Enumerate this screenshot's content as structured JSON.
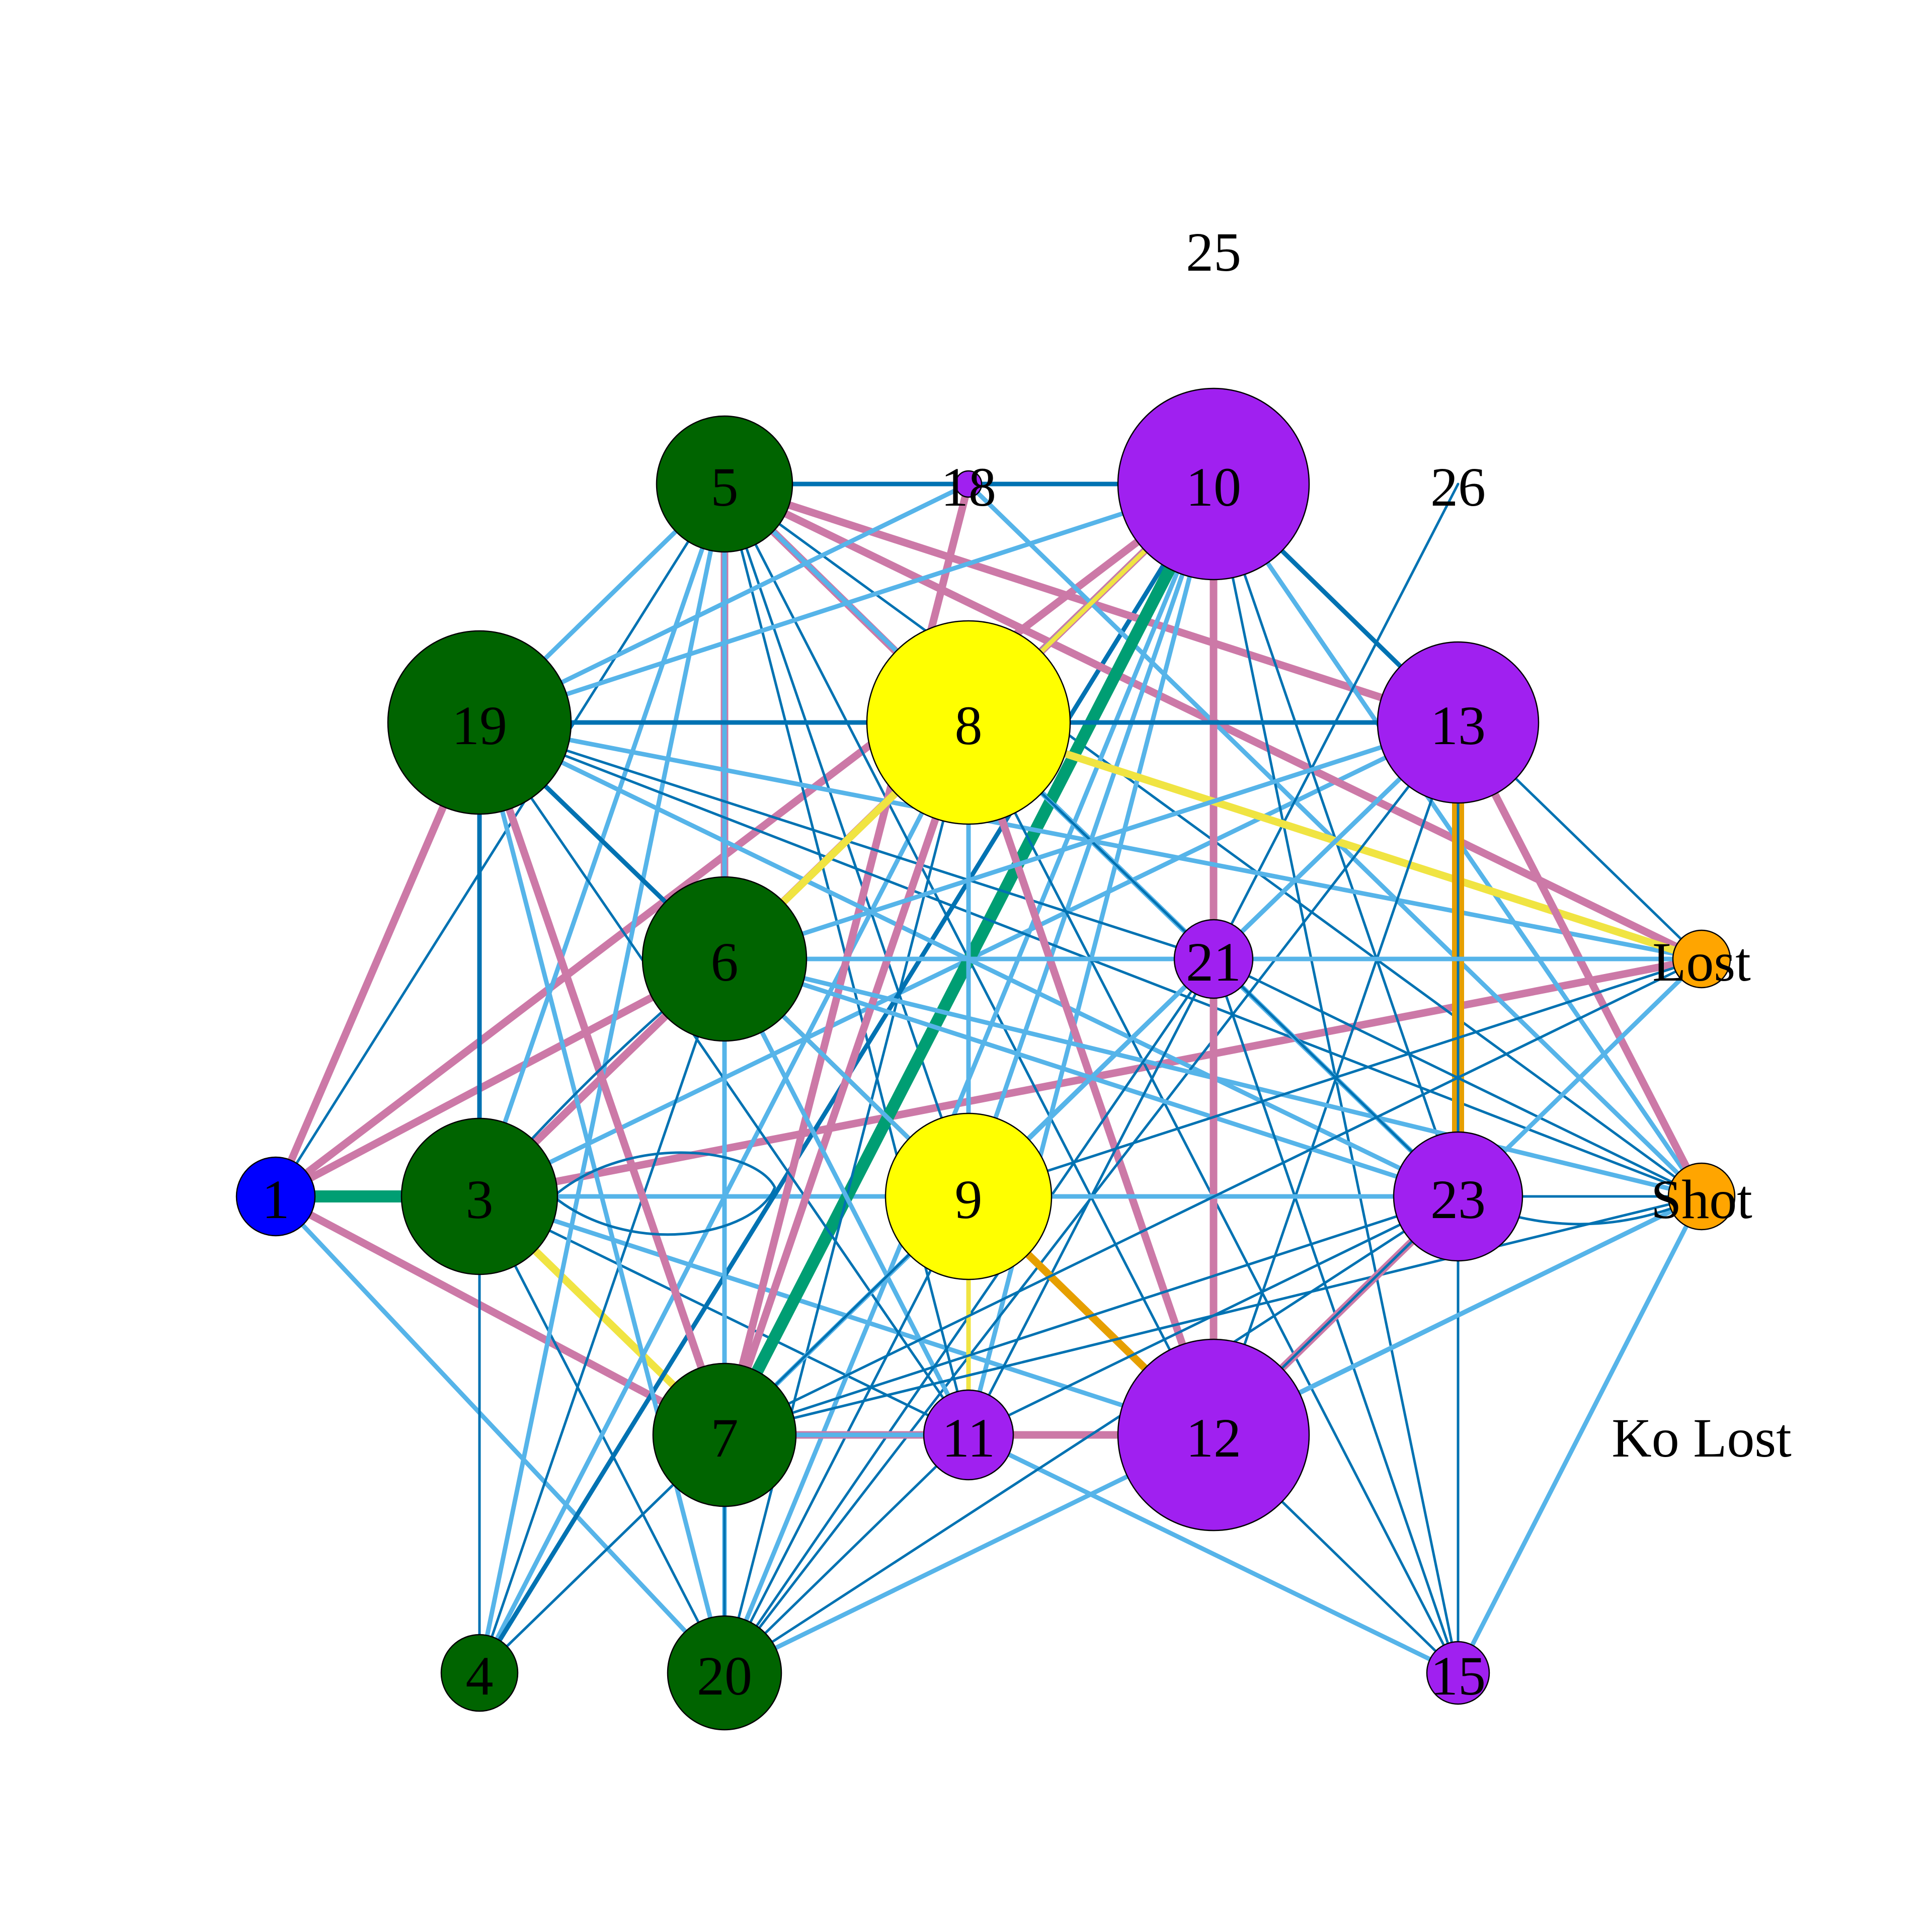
{
  "nodes": [
    {
      "id": "1",
      "label": "1",
      "group": "blue"
    },
    {
      "id": "3",
      "label": "3",
      "group": "green"
    },
    {
      "id": "4",
      "label": "4",
      "group": "green"
    },
    {
      "id": "5",
      "label": "5",
      "group": "green"
    },
    {
      "id": "6",
      "label": "6",
      "group": "green"
    },
    {
      "id": "7",
      "label": "7",
      "group": "green"
    },
    {
      "id": "19",
      "label": "19",
      "group": "green"
    },
    {
      "id": "20",
      "label": "20",
      "group": "green"
    },
    {
      "id": "8",
      "label": "8",
      "group": "yellow"
    },
    {
      "id": "9",
      "label": "9",
      "group": "yellow"
    },
    {
      "id": "10",
      "label": "10",
      "group": "purple"
    },
    {
      "id": "11",
      "label": "11",
      "group": "purple"
    },
    {
      "id": "12",
      "label": "12",
      "group": "purple"
    },
    {
      "id": "13",
      "label": "13",
      "group": "purple"
    },
    {
      "id": "15",
      "label": "15",
      "group": "purple"
    },
    {
      "id": "18",
      "label": "18",
      "group": "purple"
    },
    {
      "id": "21",
      "label": "21",
      "group": "purple"
    },
    {
      "id": "23",
      "label": "23",
      "group": "purple"
    },
    {
      "id": "25",
      "label": "25",
      "group": "none"
    },
    {
      "id": "26",
      "label": "26",
      "group": "none"
    },
    {
      "id": "Lost",
      "label": "Lost",
      "group": "orange"
    },
    {
      "id": "Shot",
      "label": "Shot",
      "group": "orange"
    },
    {
      "id": "KoLost",
      "label": "Ko Lost",
      "group": "none"
    }
  ],
  "group_colors": {
    "blue": "#0000ff",
    "green": "#006400",
    "yellow": "#ffff00",
    "purple": "#a020f0",
    "orange": "#ffa500",
    "none": "none"
  },
  "edge_colors": {
    "light": "#56b4e9",
    "dark": "#0072b2",
    "pink": "#cc79a7",
    "yellow": "#f0e442",
    "teal": "#009e73",
    "orange": "#e69f00"
  },
  "edges": [
    [
      "1",
      "3",
      "teal",
      4
    ],
    [
      "1",
      "19",
      "pink",
      3
    ],
    [
      "1",
      "6",
      "pink",
      3
    ],
    [
      "1",
      "10",
      "pink",
      3
    ],
    [
      "1",
      "7",
      "pink",
      3
    ],
    [
      "1",
      "5",
      "dark",
      1
    ],
    [
      "1",
      "20",
      "light",
      2
    ],
    [
      "3",
      "19",
      "dark",
      2
    ],
    [
      "3",
      "5",
      "light",
      2
    ],
    [
      "3",
      "6",
      "yellow",
      2
    ],
    [
      "3",
      "7",
      "yellow",
      3
    ],
    [
      "3",
      "8",
      "pink",
      3
    ],
    [
      "3",
      "9",
      "light",
      2
    ],
    [
      "3",
      "10",
      "pink",
      3
    ],
    [
      "3",
      "4",
      "dark",
      1
    ],
    [
      "3",
      "20",
      "dark",
      1
    ],
    [
      "3",
      "12",
      "light",
      2
    ],
    [
      "3",
      "23",
      "light",
      2
    ],
    [
      "3",
      "Lost",
      "pink",
      3
    ],
    [
      "3",
      "11",
      "dark",
      1
    ],
    [
      "3",
      "13",
      "light",
      2
    ],
    [
      "4",
      "19",
      "dark",
      1
    ],
    [
      "4",
      "5",
      "light",
      2
    ],
    [
      "4",
      "6",
      "dark",
      1
    ],
    [
      "4",
      "8",
      "light",
      2
    ],
    [
      "4",
      "10",
      "dark",
      2
    ],
    [
      "4",
      "7",
      "dark",
      1
    ],
    [
      "4",
      "13",
      "dark",
      1
    ],
    [
      "5",
      "18",
      "light",
      2
    ],
    [
      "5",
      "10",
      "dark",
      2
    ],
    [
      "5",
      "19",
      "light",
      2
    ],
    [
      "5",
      "6",
      "pink",
      3
    ],
    [
      "5",
      "7",
      "dark",
      1
    ],
    [
      "5",
      "8",
      "pink",
      3
    ],
    [
      "5",
      "9",
      "dark",
      1
    ],
    [
      "5",
      "11",
      "dark",
      1
    ],
    [
      "5",
      "12",
      "dark",
      1
    ],
    [
      "5",
      "13",
      "pink",
      3
    ],
    [
      "5",
      "20",
      "light",
      2
    ],
    [
      "5",
      "Lost",
      "pink",
      3
    ],
    [
      "5",
      "Shot",
      "dark",
      1
    ],
    [
      "5",
      "21",
      "dark",
      1
    ],
    [
      "5",
      "23",
      "light",
      2
    ],
    [
      "18",
      "10",
      "dark",
      2
    ],
    [
      "18",
      "7",
      "pink",
      3
    ],
    [
      "18",
      "19",
      "light",
      2
    ],
    [
      "18",
      "Shot",
      "light",
      2
    ],
    [
      "10",
      "19",
      "light",
      2
    ],
    [
      "10",
      "6",
      "light",
      2
    ],
    [
      "10",
      "7",
      "teal",
      4
    ],
    [
      "10",
      "8",
      "yellow",
      2
    ],
    [
      "10",
      "9",
      "light",
      2
    ],
    [
      "10",
      "11",
      "light",
      2
    ],
    [
      "10",
      "12",
      "pink",
      3
    ],
    [
      "10",
      "13",
      "dark",
      2
    ],
    [
      "10",
      "20",
      "light",
      2
    ],
    [
      "10",
      "23",
      "dark",
      1
    ],
    [
      "10",
      "15",
      "dark",
      1
    ],
    [
      "10",
      "Shot",
      "light",
      2
    ],
    [
      "26",
      "21",
      "dark",
      1
    ],
    [
      "19",
      "6",
      "dark",
      2
    ],
    [
      "19",
      "7",
      "pink",
      3
    ],
    [
      "19",
      "8",
      "dark",
      2
    ],
    [
      "19",
      "11",
      "dark",
      1
    ],
    [
      "19",
      "13",
      "dark",
      2
    ],
    [
      "19",
      "20",
      "light",
      2
    ],
    [
      "19",
      "21",
      "dark",
      1
    ],
    [
      "19",
      "23",
      "light",
      2
    ],
    [
      "19",
      "12",
      "dark",
      1
    ],
    [
      "19",
      "Lost",
      "light",
      2
    ],
    [
      "19",
      "Shot",
      "dark",
      1
    ],
    [
      "8",
      "6",
      "yellow",
      3
    ],
    [
      "8",
      "7",
      "pink",
      3
    ],
    [
      "8",
      "9",
      "yellow",
      2
    ],
    [
      "8",
      "11",
      "light",
      2
    ],
    [
      "8",
      "12",
      "pink",
      3
    ],
    [
      "8",
      "13",
      "dark",
      2
    ],
    [
      "8",
      "Lost",
      "yellow",
      3
    ],
    [
      "8",
      "20",
      "dark",
      1
    ],
    [
      "8",
      "15",
      "dark",
      1
    ],
    [
      "8",
      "23",
      "light",
      2
    ],
    [
      "8",
      "21",
      "dark",
      1
    ],
    [
      "13",
      "6",
      "light",
      2
    ],
    [
      "13",
      "23",
      "orange",
      4
    ],
    [
      "13",
      "Shot",
      "pink",
      3
    ],
    [
      "13",
      "7",
      "dark",
      1
    ],
    [
      "13",
      "9",
      "light",
      2
    ],
    [
      "13",
      "12",
      "dark",
      1
    ],
    [
      "13",
      "20",
      "dark",
      1
    ],
    [
      "13",
      "Lost",
      "dark",
      1
    ],
    [
      "13",
      "15",
      "dark",
      1
    ],
    [
      "13",
      "21",
      "light",
      2
    ],
    [
      "6",
      "21",
      "dark",
      2
    ],
    [
      "6",
      "9",
      "orange",
      2
    ],
    [
      "6",
      "7",
      "dark",
      2
    ],
    [
      "6",
      "11",
      "light",
      2
    ],
    [
      "6",
      "12",
      "light",
      2
    ],
    [
      "6",
      "23",
      "light",
      2
    ],
    [
      "6",
      "20",
      "light",
      2
    ],
    [
      "6",
      "Shot",
      "light",
      2
    ],
    [
      "6",
      "Lost",
      "light",
      2
    ],
    [
      "21",
      "12",
      "pink",
      3
    ],
    [
      "21",
      "Lost",
      "light",
      2
    ],
    [
      "21",
      "7",
      "light",
      2
    ],
    [
      "21",
      "20",
      "dark",
      1
    ],
    [
      "21",
      "15",
      "dark",
      1
    ],
    [
      "21",
      "23",
      "dark",
      1
    ],
    [
      "21",
      "11",
      "dark",
      1
    ],
    [
      "21",
      "Shot",
      "dark",
      1
    ],
    [
      "9",
      "23",
      "light",
      2
    ],
    [
      "9",
      "12",
      "orange",
      3
    ],
    [
      "9",
      "11",
      "yellow",
      2
    ],
    [
      "9",
      "7",
      "dark",
      1
    ],
    [
      "9",
      "20",
      "dark",
      1
    ],
    [
      "9",
      "21",
      "light",
      2
    ],
    [
      "9",
      "Lost",
      "dark",
      1
    ],
    [
      "7",
      "11",
      "pink",
      3
    ],
    [
      "7",
      "20",
      "dark",
      1
    ],
    [
      "7",
      "12",
      "light",
      2
    ],
    [
      "7",
      "23",
      "dark",
      1
    ],
    [
      "7",
      "Lost",
      "dark",
      1
    ],
    [
      "7",
      "Shot",
      "dark",
      1
    ],
    [
      "11",
      "12",
      "pink",
      3
    ],
    [
      "11",
      "15",
      "light",
      2
    ],
    [
      "11",
      "20",
      "dark",
      1
    ],
    [
      "11",
      "23",
      "dark",
      1
    ],
    [
      "12",
      "23",
      "pink",
      3
    ],
    [
      "12",
      "20",
      "dark",
      1
    ],
    [
      "12",
      "15",
      "dark",
      1
    ],
    [
      "12",
      "Shot",
      "light",
      2
    ],
    [
      "12",
      "Lost",
      "dark",
      1
    ],
    [
      "23",
      "20",
      "dark",
      1
    ],
    [
      "23",
      "15",
      "dark",
      1
    ],
    [
      "23",
      "Shot",
      "dark",
      1
    ],
    [
      "23",
      "Lost",
      "light",
      2
    ],
    [
      "15",
      "Shot",
      "light",
      2
    ],
    [
      "20",
      "Shot",
      "light",
      2
    ]
  ]
}
